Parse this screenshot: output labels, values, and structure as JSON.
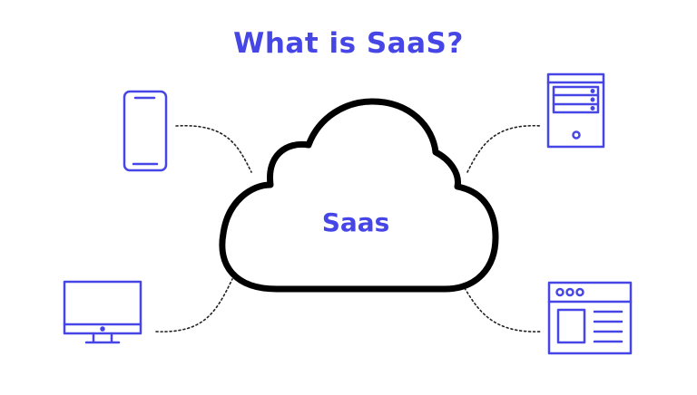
{
  "title": "What is SaaS?",
  "cloud": {
    "label": "Saas"
  },
  "devices": [
    {
      "name": "smartphone",
      "icon": "smartphone-icon"
    },
    {
      "name": "server",
      "icon": "server-tower-icon"
    },
    {
      "name": "monitor",
      "icon": "desktop-monitor-icon"
    },
    {
      "name": "browser-window",
      "icon": "browser-window-icon"
    }
  ],
  "colors": {
    "accent": "#4646e6",
    "cloud_stroke": "#000000",
    "connector": "#222222",
    "background": "#ffffff"
  }
}
